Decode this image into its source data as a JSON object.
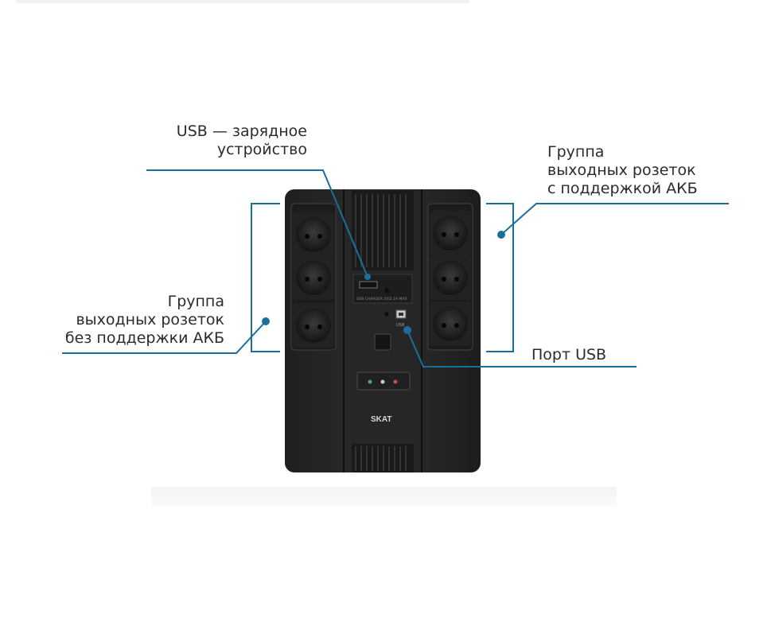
{
  "labels": {
    "usb_charger": "USB — зарядное\nустройство",
    "battery_group": "Группа\nвыходных розеток\nс поддержкой АКБ",
    "no_battery_group": "Группа\nвыходных розеток\nбез поддержки АКБ",
    "usb_port": "Порт USB"
  },
  "device": {
    "brand": "SKAT",
    "usb_panel_text": "USB CHARGER 5V/2.1A MAX",
    "port_label": "USB"
  },
  "colors": {
    "callout": "#1a6f9a",
    "device_body": "#2a2a2a",
    "text": "#2b2b2b"
  }
}
